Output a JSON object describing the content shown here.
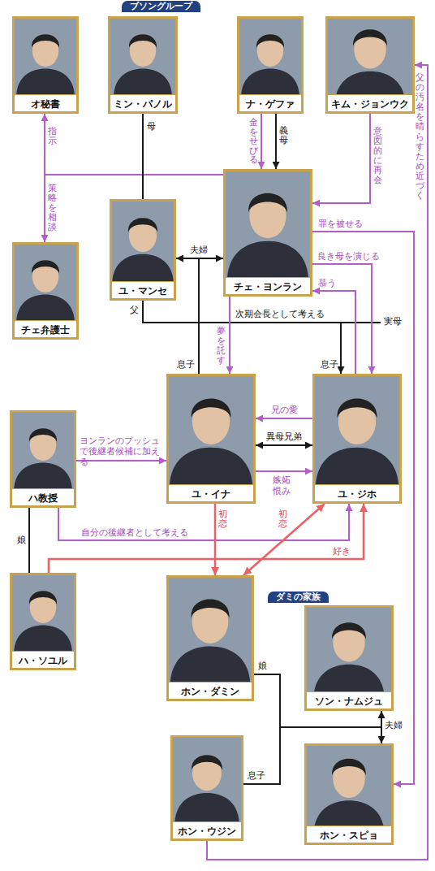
{
  "diagram": {
    "nodes": [
      {
        "text": [
          "ブソングループ"
        ]
      },
      {
        "text": [
          "オ秘書"
        ],
        "in": 0
      },
      {
        "text": [
          "ミン・パノル"
        ],
        "in": 0
      },
      {
        "text": [
          "ナ・ゲファ"
        ],
        "in": 0
      },
      {
        "text": [
          "キム・ジョンウク"
        ]
      },
      {
        "text": [
          "ユ・マンセ"
        ],
        "in": 0
      },
      {
        "text": [
          "チェ・ヨンラン"
        ],
        "in": 0
      },
      {
        "text": [
          "チェ弁護士"
        ],
        "in": 0
      },
      {
        "text": [
          "ユ・イナ"
        ]
      },
      {
        "text": [
          "ユ・ジホ"
        ]
      },
      {
        "text": [
          "ハ教授"
        ]
      },
      {
        "text": [
          "ハ・ソユル"
        ]
      },
      {
        "text": [
          "ダミの家族"
        ]
      },
      {
        "text": [
          "ホン・ダミン"
        ],
        "in": 12
      },
      {
        "text": [
          "ソン・ナムジュ"
        ],
        "in": 12
      },
      {
        "text": [
          "ホン・ウジン"
        ],
        "in": 12
      },
      {
        "text": [
          "ホン・スピョ"
        ],
        "in": 12
      }
    ],
    "edges": [
      {
        "from": 6,
        "to": 1,
        "arrow": "to",
        "label": "指示"
      },
      {
        "from": 6,
        "to": 7,
        "arrow": "to",
        "label": "策略を相談"
      },
      {
        "from": 3,
        "to": 6,
        "arrow": "to",
        "label": "金をせびる"
      },
      {
        "from": 3,
        "to": 6,
        "arrow": "to",
        "label": "義母"
      },
      {
        "from": 2,
        "to": 5,
        "arrow": "none",
        "label": "母"
      },
      {
        "from": 5,
        "to": 6,
        "arrow": "both",
        "label": "夫婦"
      },
      {
        "from": 5,
        "to": 8,
        "arrow": "none",
        "label": "息子"
      },
      {
        "from": 6,
        "to": 8,
        "arrow": "none"
      },
      {
        "from": 5,
        "to": 9,
        "arrow": "to",
        "label": "次期会長として考える"
      },
      {
        "from": 6,
        "to": 8,
        "arrow": "to",
        "label": "夢を託す"
      },
      {
        "from": 6,
        "to": 9,
        "arrow": "to",
        "label": "良き母を演じる"
      },
      {
        "from": 9,
        "to": 6,
        "arrow": "to",
        "label": "慕う"
      },
      {
        "from": 9,
        "to": 8,
        "arrow": "to",
        "label": "兄の愛"
      },
      {
        "from": 8,
        "to": 9,
        "arrow": "both",
        "label": "異母兄弟"
      },
      {
        "from": 8,
        "to": 9,
        "arrow": "to",
        "label": "嫉妬 恨み"
      },
      {
        "from": 10,
        "to": 8,
        "arrow": "to",
        "label": "ヨンランのプッシュで後継者候補に加える"
      },
      {
        "from": 10,
        "to": 9,
        "arrow": "to",
        "label": "自分の後継者として考える"
      },
      {
        "from": 10,
        "to": 11,
        "arrow": "none",
        "label": "娘"
      },
      {
        "from": 11,
        "to": 9,
        "arrow": "to",
        "label": "好き"
      },
      {
        "from": 8,
        "to": 13,
        "arrow": "to",
        "label": "初恋"
      },
      {
        "from": 9,
        "to": 13,
        "arrow": "both",
        "label": "初恋"
      },
      {
        "from": 14,
        "to": 16,
        "arrow": "both",
        "label": "夫婦"
      },
      {
        "from": 16,
        "to": 13,
        "arrow": "none",
        "label": "娘"
      },
      {
        "from": 16,
        "to": 15,
        "arrow": "none",
        "label": "息子"
      },
      {
        "from": 4,
        "to": 6,
        "arrow": "to",
        "label": "意図的に再会"
      },
      {
        "from": 6,
        "to": 16,
        "arrow": "to",
        "label": "罪を被せる"
      },
      {
        "from": 15,
        "to": 4,
        "arrow": "to",
        "label": "父の汚名を晴らすため近づく"
      }
    ],
    "labels": [
      "父",
      "実母",
      "息子"
    ]
  }
}
